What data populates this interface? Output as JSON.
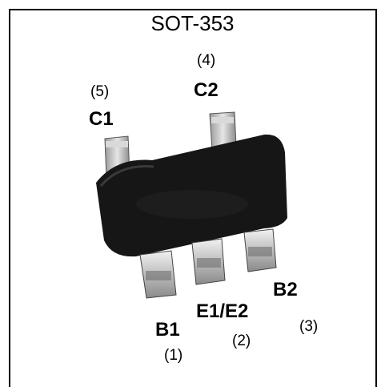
{
  "title": "SOT-353",
  "pins": [
    {
      "number": "(1)",
      "name": "B1"
    },
    {
      "number": "(2)",
      "name": "E1/E2"
    },
    {
      "number": "(3)",
      "name": "B2"
    },
    {
      "number": "(4)",
      "name": "C2"
    },
    {
      "number": "(5)",
      "name": "C1"
    }
  ]
}
